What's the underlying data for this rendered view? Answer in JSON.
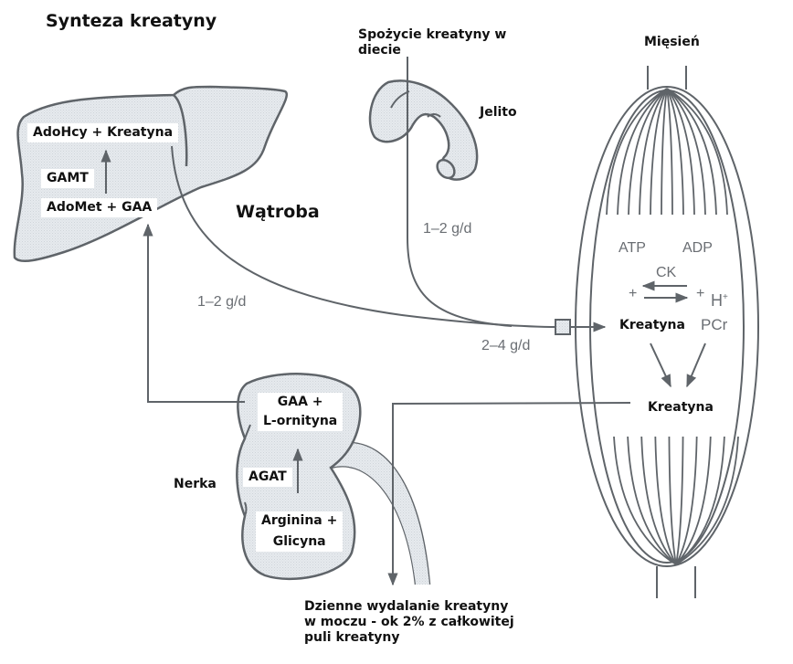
{
  "title": "Synteza kreatyny",
  "colors": {
    "stroke": "#5f6469",
    "organ_fill": "#e4e8ec",
    "text": "#111111",
    "secondary_text": "#6a6e73"
  },
  "liver": {
    "name": "Wątroba",
    "product": "AdoHcy + Kreatyna",
    "enzyme": "GAMT",
    "substrate": "AdoMet + GAA",
    "output_rate": "1–2 g/d"
  },
  "diet": {
    "label": "Spożycie kreatyny w diecie",
    "organ": "Jelito",
    "intake_rate": "1–2 g/d"
  },
  "kidney": {
    "name": "Nerka",
    "product_line1": "GAA +",
    "product_line2": "L-ornityna",
    "enzyme": "AGAT",
    "substrate_line1": "Arginina +",
    "substrate_line2": "Glicyna"
  },
  "muscle": {
    "name": "Mięsień",
    "transport_rate": "2–4 g/d",
    "atp": "ATP",
    "adp": "ADP",
    "enzyme": "CK",
    "plus_left": "+",
    "plus_right": "+",
    "proton": "H",
    "proton_charge": "+",
    "creatine_in": "Kreatyna",
    "pcr": "PCr",
    "creatine_pool": "Kreatyna"
  },
  "excretion": {
    "line1": "Dzienne wydalanie kreatyny",
    "line2": "w moczu - ok 2% z całkowitej",
    "line3": "puli kreatyny"
  }
}
